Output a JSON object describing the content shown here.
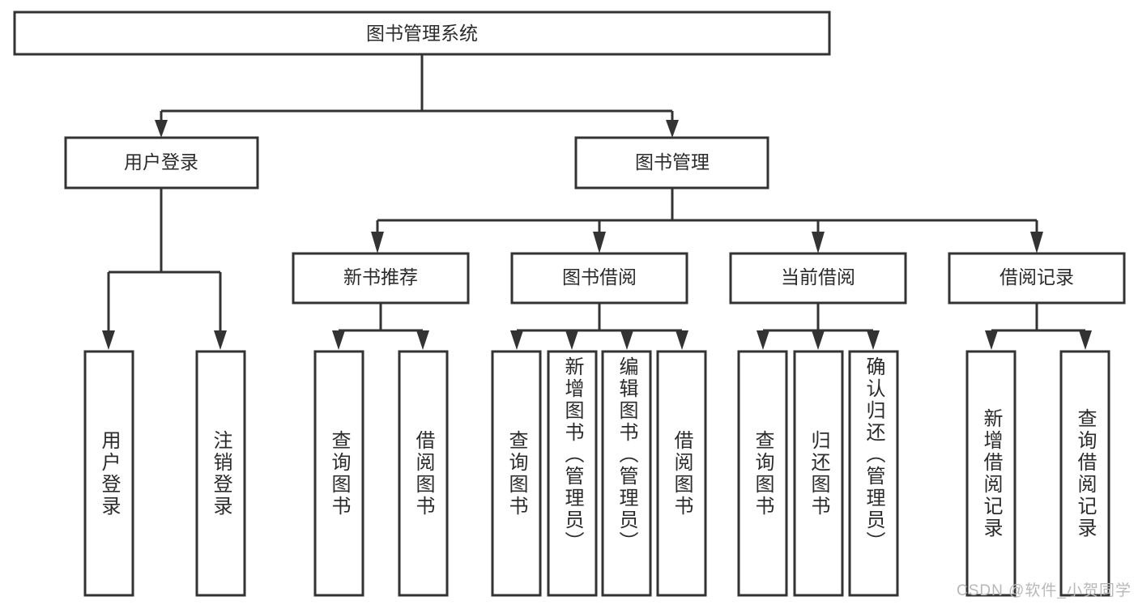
{
  "diagram": {
    "title": "图书管理系统",
    "type": "tree",
    "watermark": "CSDN @软件_小贺同学",
    "colors": {
      "stroke": "#333333",
      "fill": "#ffffff",
      "text": "#2b2b2b",
      "watermark": "#b8b8b8"
    },
    "root": {
      "label": "图书管理系统"
    },
    "level2": [
      {
        "label": "用户登录"
      },
      {
        "label": "图书管理"
      }
    ],
    "level3": [
      {
        "label": "新书推荐"
      },
      {
        "label": "图书借阅"
      },
      {
        "label": "当前借阅"
      },
      {
        "label": "借阅记录"
      }
    ],
    "leaves": {
      "user_login": [
        {
          "label": "用户登录"
        },
        {
          "label": "注销登录"
        }
      ],
      "new_book_recommend": [
        {
          "label": "查询图书"
        },
        {
          "label": "借阅图书"
        }
      ],
      "book_borrow": [
        {
          "label": "查询图书"
        },
        {
          "label": "新增图书（管理员）"
        },
        {
          "label": "编辑图书（管理员）"
        },
        {
          "label": "借阅图书"
        }
      ],
      "current_borrow": [
        {
          "label": "查询图书"
        },
        {
          "label": "归还图书"
        },
        {
          "label": "确认归还（管理员）"
        }
      ],
      "borrow_record": [
        {
          "label": "新增借阅记录"
        },
        {
          "label": "查询借阅记录"
        }
      ]
    }
  }
}
